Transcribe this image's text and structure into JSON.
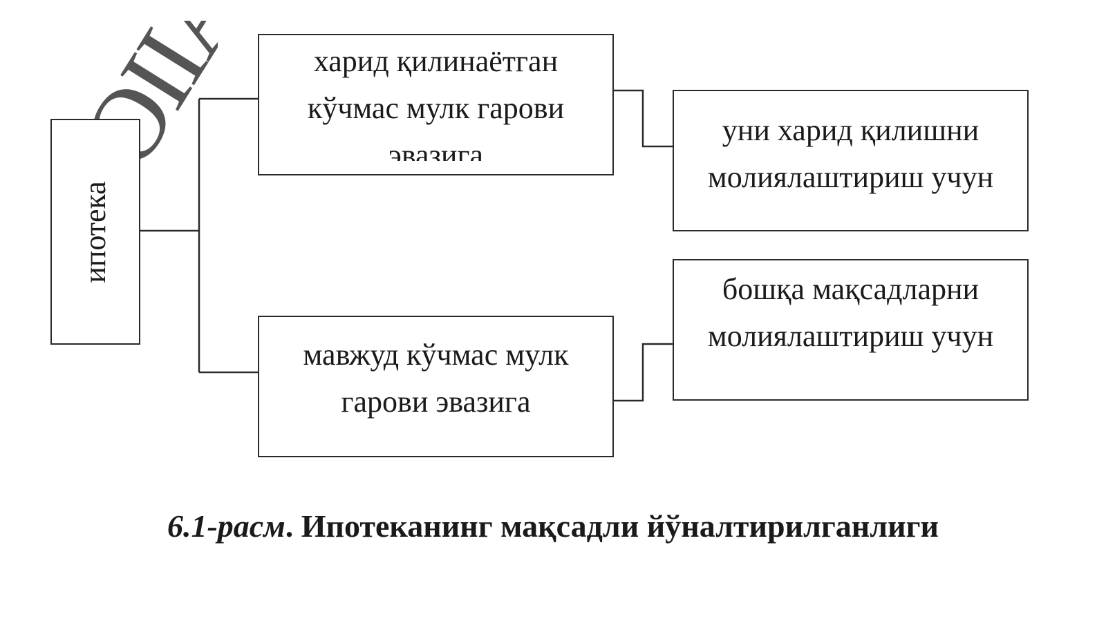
{
  "diagram": {
    "watermark": "OIIA",
    "root": {
      "label": "ипотека"
    },
    "branches": [
      {
        "text": [
          "харид қилинаётган",
          "кўчмас мулк гарови",
          "эвазига"
        ]
      },
      {
        "text": [
          "мавжуд кўчмас мулк",
          "гарови эвазига"
        ]
      }
    ],
    "purposes": [
      {
        "text": [
          "уни харид қилишни",
          "молиялаштириш учун"
        ]
      },
      {
        "text": [
          "бошқа мақсадларни",
          "молиялаштириш учун"
        ]
      }
    ]
  },
  "caption": {
    "number": "6.1-расм",
    "separator": ".",
    "title": " Ипотеканинг мақсадли йўналтирилганлиги"
  },
  "colors": {
    "line": "#2a2a2a",
    "text": "#1a1a1a",
    "watermark": "#555555"
  }
}
